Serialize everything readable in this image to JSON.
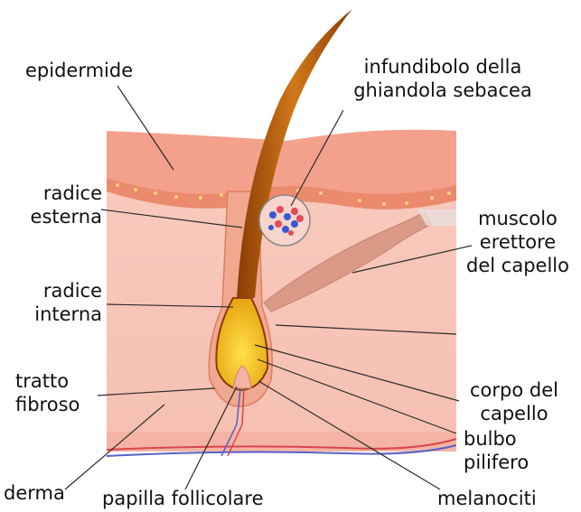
{
  "labels": {
    "epidermide": "epidermide",
    "infundibolo_1": "infundibolo della",
    "infundibolo_2": "ghiandola sebacea",
    "radice_esterna_1": "radice",
    "radice_esterna_2": "esterna",
    "muscolo_1": "muscolo",
    "muscolo_2": "erettore",
    "muscolo_3": "del capello",
    "radice_interna_1": "radice",
    "radice_interna_2": "interna",
    "tratto_1": "tratto",
    "tratto_2": "fibroso",
    "corpo_1": "corpo del",
    "corpo_2": "capello",
    "bulbo_1": "bulbo",
    "bulbo_2": "pilifero",
    "derma": "derma",
    "papilla": "papilla follicolare",
    "melanociti": "melanociti"
  },
  "colors": {
    "dermis": "#f7c4b7",
    "epidermis": "#f39a86",
    "hair": "#c86a12",
    "bulb": "#f2c21c",
    "leader_line": "#2b2b2b"
  }
}
